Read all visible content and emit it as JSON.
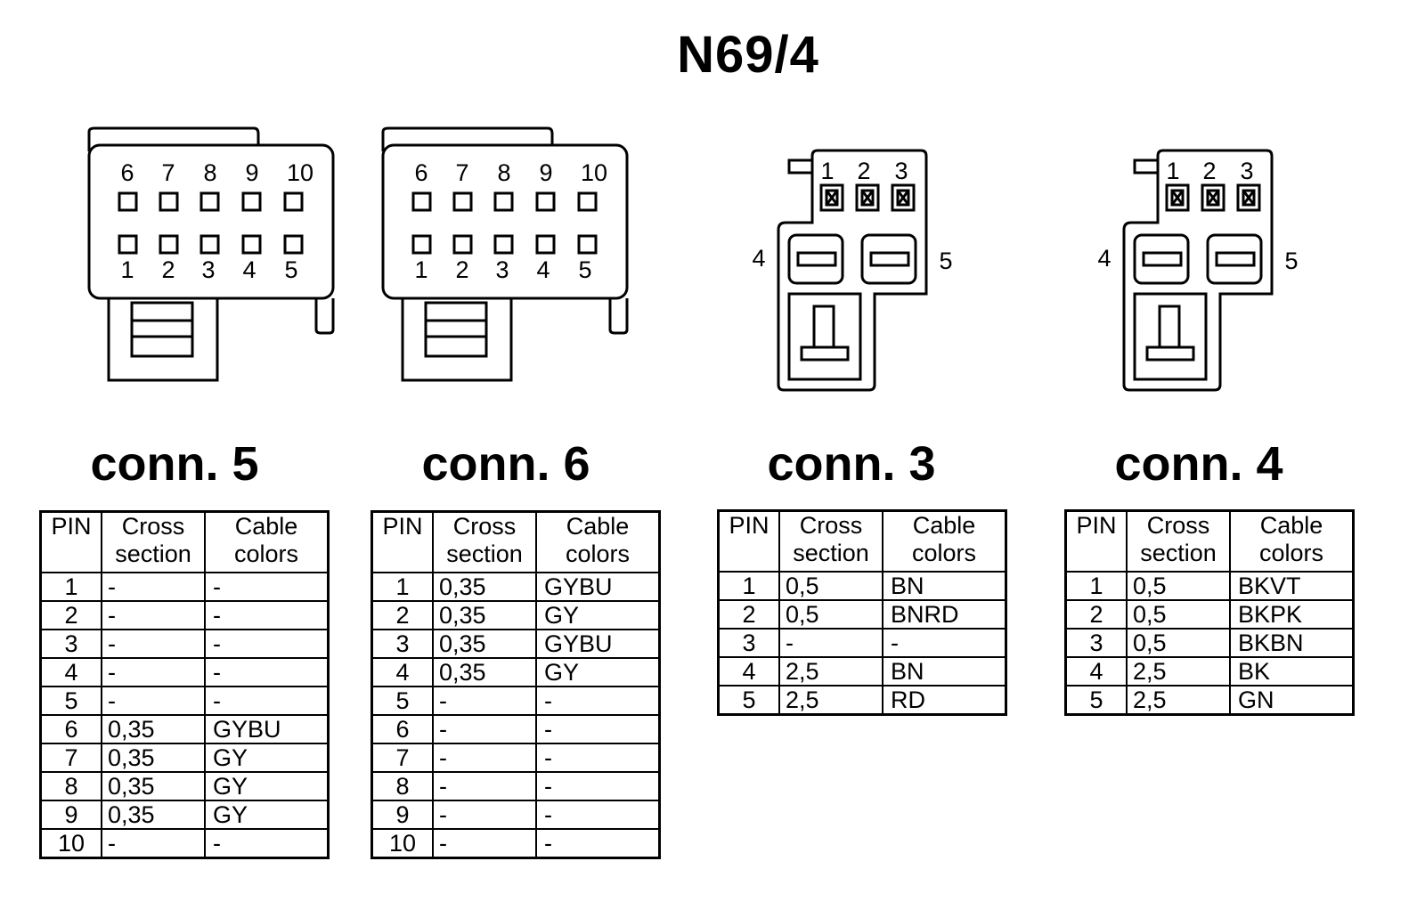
{
  "title": "N69/4",
  "headers": {
    "pin": "PIN",
    "cross_line1": "Cross",
    "cross_line2": "section",
    "color_line1": "Cable",
    "color_line2": "colors"
  },
  "conn5": {
    "label": "conn. 5",
    "pins_top": [
      "6",
      "7",
      "8",
      "9",
      "10"
    ],
    "pins_bottom": [
      "1",
      "2",
      "3",
      "4",
      "5"
    ],
    "rows": [
      {
        "pin": "1",
        "cs": "-",
        "color": "-"
      },
      {
        "pin": "2",
        "cs": "-",
        "color": "-"
      },
      {
        "pin": "3",
        "cs": "-",
        "color": "-"
      },
      {
        "pin": "4",
        "cs": "-",
        "color": "-"
      },
      {
        "pin": "5",
        "cs": "-",
        "color": "-"
      },
      {
        "pin": "6",
        "cs": "0,35",
        "color": "GYBU"
      },
      {
        "pin": "7",
        "cs": "0,35",
        "color": "GY"
      },
      {
        "pin": "8",
        "cs": "0,35",
        "color": "GY"
      },
      {
        "pin": "9",
        "cs": "0,35",
        "color": "GY"
      },
      {
        "pin": "10",
        "cs": "-",
        "color": "-"
      }
    ]
  },
  "conn6": {
    "label": "conn. 6",
    "pins_top": [
      "6",
      "7",
      "8",
      "9",
      "10"
    ],
    "pins_bottom": [
      "1",
      "2",
      "3",
      "4",
      "5"
    ],
    "rows": [
      {
        "pin": "1",
        "cs": "0,35",
        "color": "GYBU"
      },
      {
        "pin": "2",
        "cs": "0,35",
        "color": "GY"
      },
      {
        "pin": "3",
        "cs": "0,35",
        "color": "GYBU"
      },
      {
        "pin": "4",
        "cs": "0,35",
        "color": "GY"
      },
      {
        "pin": "5",
        "cs": "-",
        "color": "-"
      },
      {
        "pin": "6",
        "cs": "-",
        "color": "-"
      },
      {
        "pin": "7",
        "cs": "-",
        "color": "-"
      },
      {
        "pin": "8",
        "cs": "-",
        "color": "-"
      },
      {
        "pin": "9",
        "cs": "-",
        "color": "-"
      },
      {
        "pin": "10",
        "cs": "-",
        "color": "-"
      }
    ]
  },
  "conn3": {
    "label": "conn. 3",
    "pins_top": [
      "1",
      "2",
      "3"
    ],
    "pin_left": "4",
    "pin_right": "5",
    "rows": [
      {
        "pin": "1",
        "cs": "0,5",
        "color": "BN"
      },
      {
        "pin": "2",
        "cs": "0,5",
        "color": "BNRD"
      },
      {
        "pin": "3",
        "cs": "-",
        "color": "-"
      },
      {
        "pin": "4",
        "cs": "2,5",
        "color": "BN"
      },
      {
        "pin": "5",
        "cs": "2,5",
        "color": "RD"
      }
    ]
  },
  "conn4": {
    "label": "conn. 4",
    "pins_top": [
      "1",
      "2",
      "3"
    ],
    "pin_left": "4",
    "pin_right": "5",
    "rows": [
      {
        "pin": "1",
        "cs": "0,5",
        "color": "BKVT"
      },
      {
        "pin": "2",
        "cs": "0,5",
        "color": "BKPK"
      },
      {
        "pin": "3",
        "cs": "0,5",
        "color": "BKBN"
      },
      {
        "pin": "4",
        "cs": "2,5",
        "color": "BK"
      },
      {
        "pin": "5",
        "cs": "2,5",
        "color": "GN"
      }
    ]
  }
}
